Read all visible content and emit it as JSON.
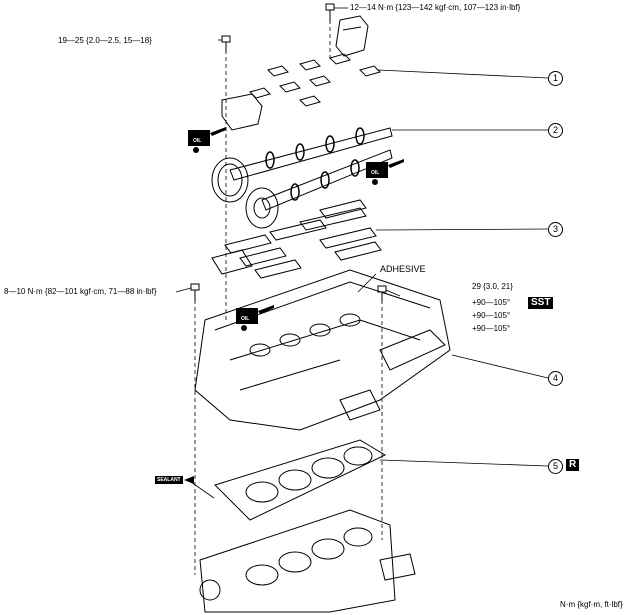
{
  "torque": {
    "top_bolt": "12—14 N·m {123—142 kgf·cm, 107—123 in·lbf}",
    "left_bolt": "19—25 {2.0—2.5, 15—18}",
    "lower_left_bolt": "8—10 N·m {82—101 kgf·cm, 71—88 in·lbf}",
    "head_bolt_1": "29 {3.0, 21}",
    "head_bolt_2": "+90—105°",
    "head_bolt_3": "+90—105°",
    "head_bolt_4": "+90—105°",
    "units": "N·m {kgf·m, ft·lbf}"
  },
  "labels": {
    "adhesive": "ADHESIVE",
    "sst": "SST",
    "r": "R",
    "oil": "OIL",
    "sealant": "SEALANT"
  },
  "callouts": [
    "1",
    "2",
    "3",
    "4",
    "5"
  ]
}
